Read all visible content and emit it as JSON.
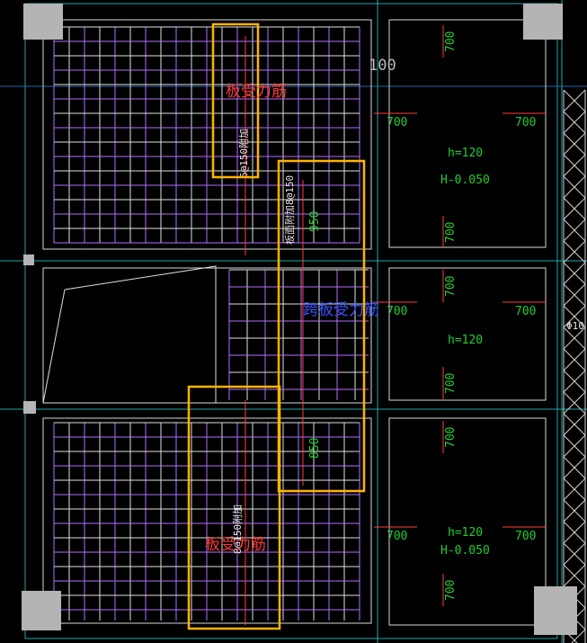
{
  "drawing": {
    "annotations": {
      "top_left_label": "板受力筋",
      "middle_label": "跨板受力筋",
      "bottom_left_label": "板受力筋"
    },
    "rebar_labels": {
      "top": "6@150附加",
      "middle": "板面附加8@150",
      "bottom": "8@150附加"
    },
    "dimensions": {
      "span_top": "950",
      "span_bottom": "850",
      "top_right_value": "100",
      "right_edge": "Φ10",
      "d700": "700"
    },
    "slab_tags": {
      "top_h": "h=120",
      "top_H": "H-0.050",
      "mid_h": "h=120",
      "bot_h": "h=120",
      "bot_H": "H-0.050"
    },
    "colors": {
      "highlight_box": "#ffb400",
      "red_text": "#ff3b3b",
      "blue_text": "#3a55ff",
      "green_text": "#22cc33",
      "grid_purple": "#b070ff",
      "grid_white": "#e0e0e0",
      "column_fill": "#b4b4b4",
      "cyan_line": "#1fa8a8"
    }
  }
}
